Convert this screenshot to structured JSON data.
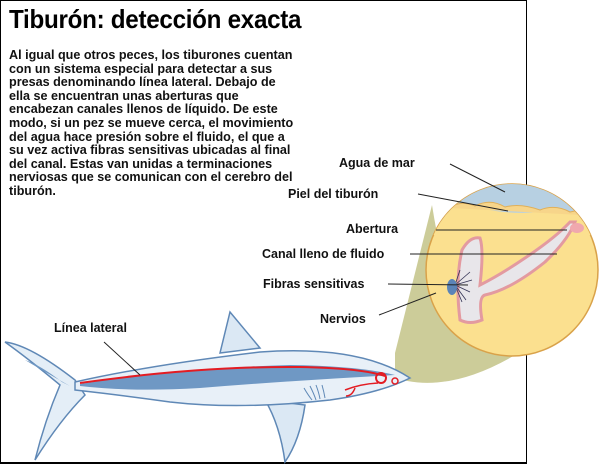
{
  "title": "Tiburón: detección exacta",
  "intro": "Al igual que otros peces, los tiburones cuentan con un sistema especial para detectar a sus presas denominando línea lateral. Debajo de ella se encuentran unas aberturas que encabezan canales llenos de líquido. De este modo, si un pez se mueve cerca, el movimiento del agua hace presión sobre el fluido, el que a su vez activa fibras sensitivas ubicadas al final del canal. Estas van unidas a terminaciones nerviosas que se comunican con el cerebro del tiburón.",
  "labels": {
    "agua": "Agua de mar",
    "piel": "Piel del tiburón",
    "abertura": "Abertura",
    "canal": "Canal lleno de fluido",
    "fibras": "Fibras sensitivas",
    "nervios": "Nervios",
    "linea": "Línea lateral"
  },
  "colors": {
    "water": "#b7d0e2",
    "skin": "#fbe08f",
    "canal": "#e39aa0",
    "shark": "#6f98c4",
    "lateral_line": "#e31c23",
    "cone": "#cccc99"
  }
}
